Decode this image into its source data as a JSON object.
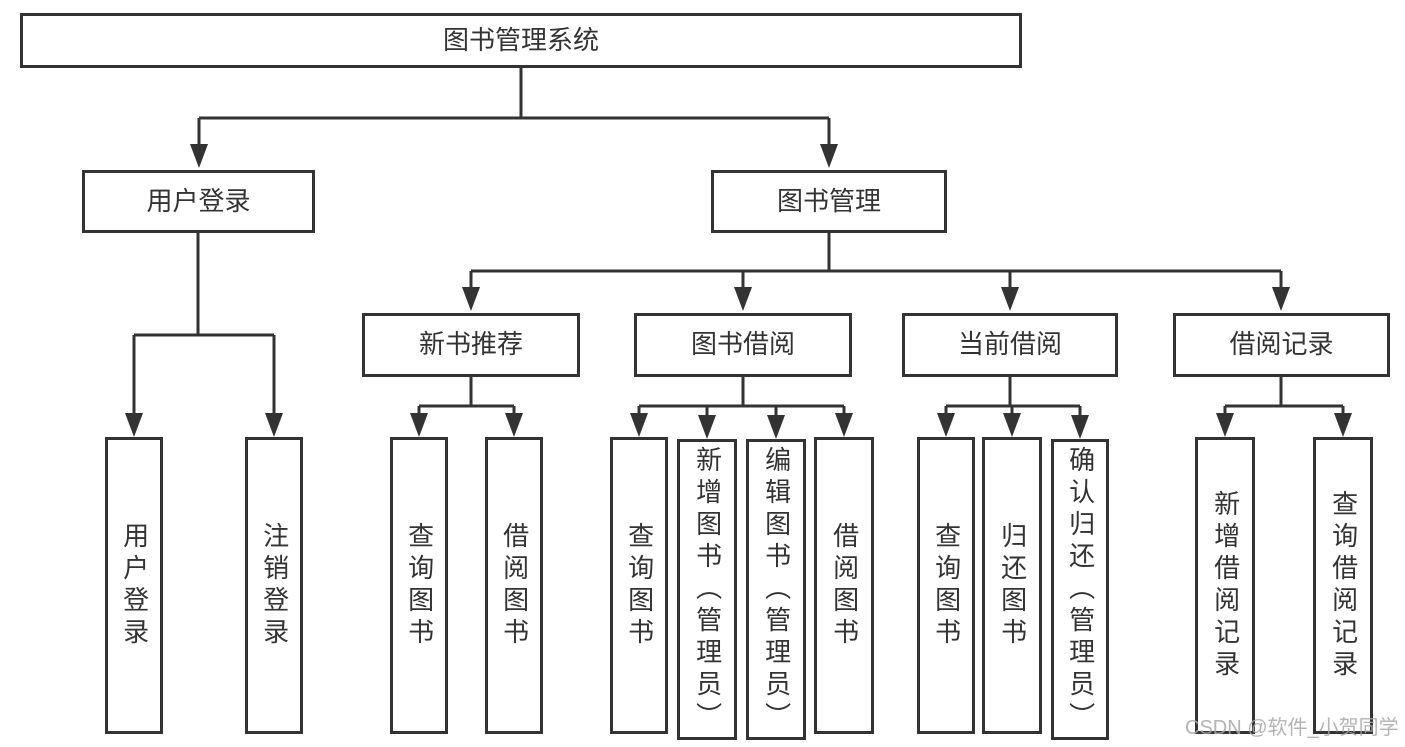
{
  "tree": {
    "root": {
      "label": "图书管理系统"
    },
    "children": [
      {
        "label": "用户登录",
        "children": [
          {
            "label": "用户登录"
          },
          {
            "label": "注销登录"
          }
        ]
      },
      {
        "label": "图书管理",
        "children": [
          {
            "label": "新书推荐",
            "children": [
              {
                "label": "查询图书"
              },
              {
                "label": "借阅图书"
              }
            ]
          },
          {
            "label": "图书借阅",
            "children": [
              {
                "label": "查询图书"
              },
              {
                "label": "新增图书（管理员）"
              },
              {
                "label": "编辑图书（管理员）"
              },
              {
                "label": "借阅图书"
              }
            ]
          },
          {
            "label": "当前借阅",
            "children": [
              {
                "label": "查询图书"
              },
              {
                "label": "归还图书"
              },
              {
                "label": "确认归还（管理员）"
              }
            ]
          },
          {
            "label": "借阅记录",
            "children": [
              {
                "label": "新增借阅记录"
              },
              {
                "label": "查询借阅记录"
              }
            ]
          }
        ]
      }
    ]
  },
  "watermark": {
    "text": "CSDN @软件_小贺同学"
  },
  "colors": {
    "line": "#333333",
    "box_border": "#333333",
    "text": "#333333",
    "background": "#ffffff",
    "watermark": "#a8a8a8"
  }
}
